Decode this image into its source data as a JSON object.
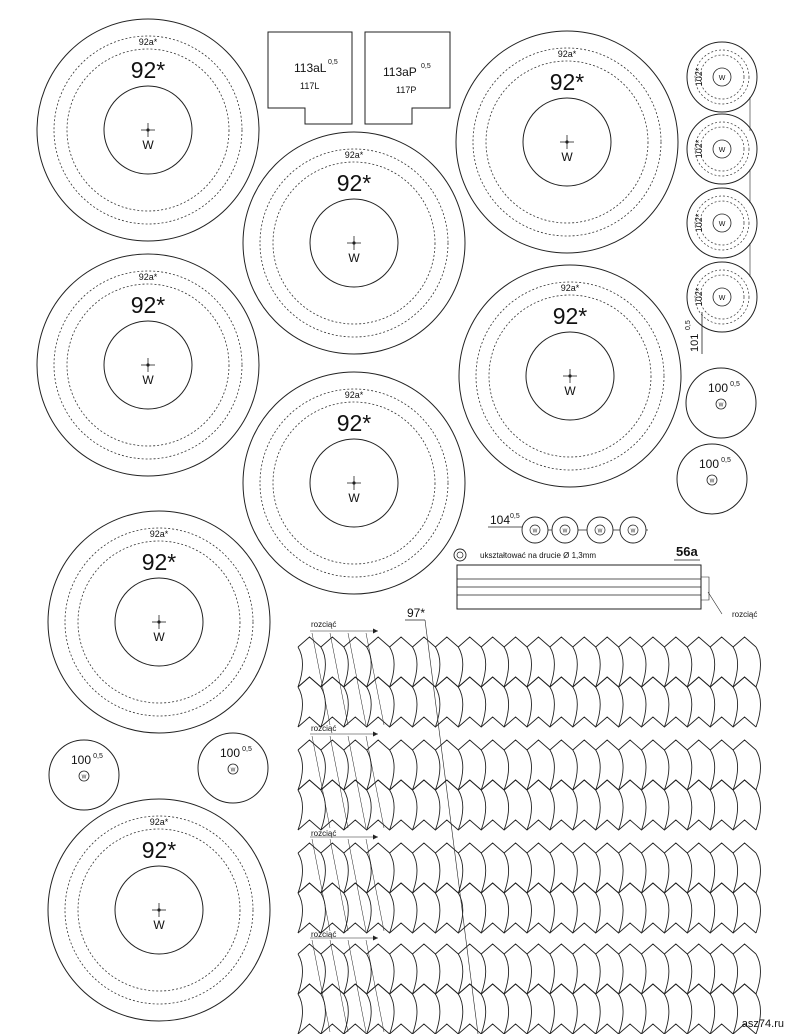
{
  "wheel": {
    "part": "92*",
    "inner_part": "92a*",
    "hub": "W"
  },
  "small_wheel": {
    "part": "102*",
    "hub": "W"
  },
  "roller": {
    "part": "100",
    "sup": "0,5",
    "hub": "W"
  },
  "tab_left": {
    "part": "113aL",
    "sup": "0,5",
    "sub": "117L"
  },
  "tab_right": {
    "part": "113aP",
    "sup": "0,5",
    "sub": "117P"
  },
  "strip_101": {
    "part": "101",
    "sup": "0,5"
  },
  "chain_104": {
    "part": "104",
    "sup": "0,5",
    "hub": "W"
  },
  "part_56a": {
    "part": "56a",
    "note": "ukształtować na drucie Ø 1,3mm",
    "cut": "rozciąć"
  },
  "track": {
    "part": "97*",
    "cut": "rozciąć"
  },
  "watermark": "asz74.ru"
}
